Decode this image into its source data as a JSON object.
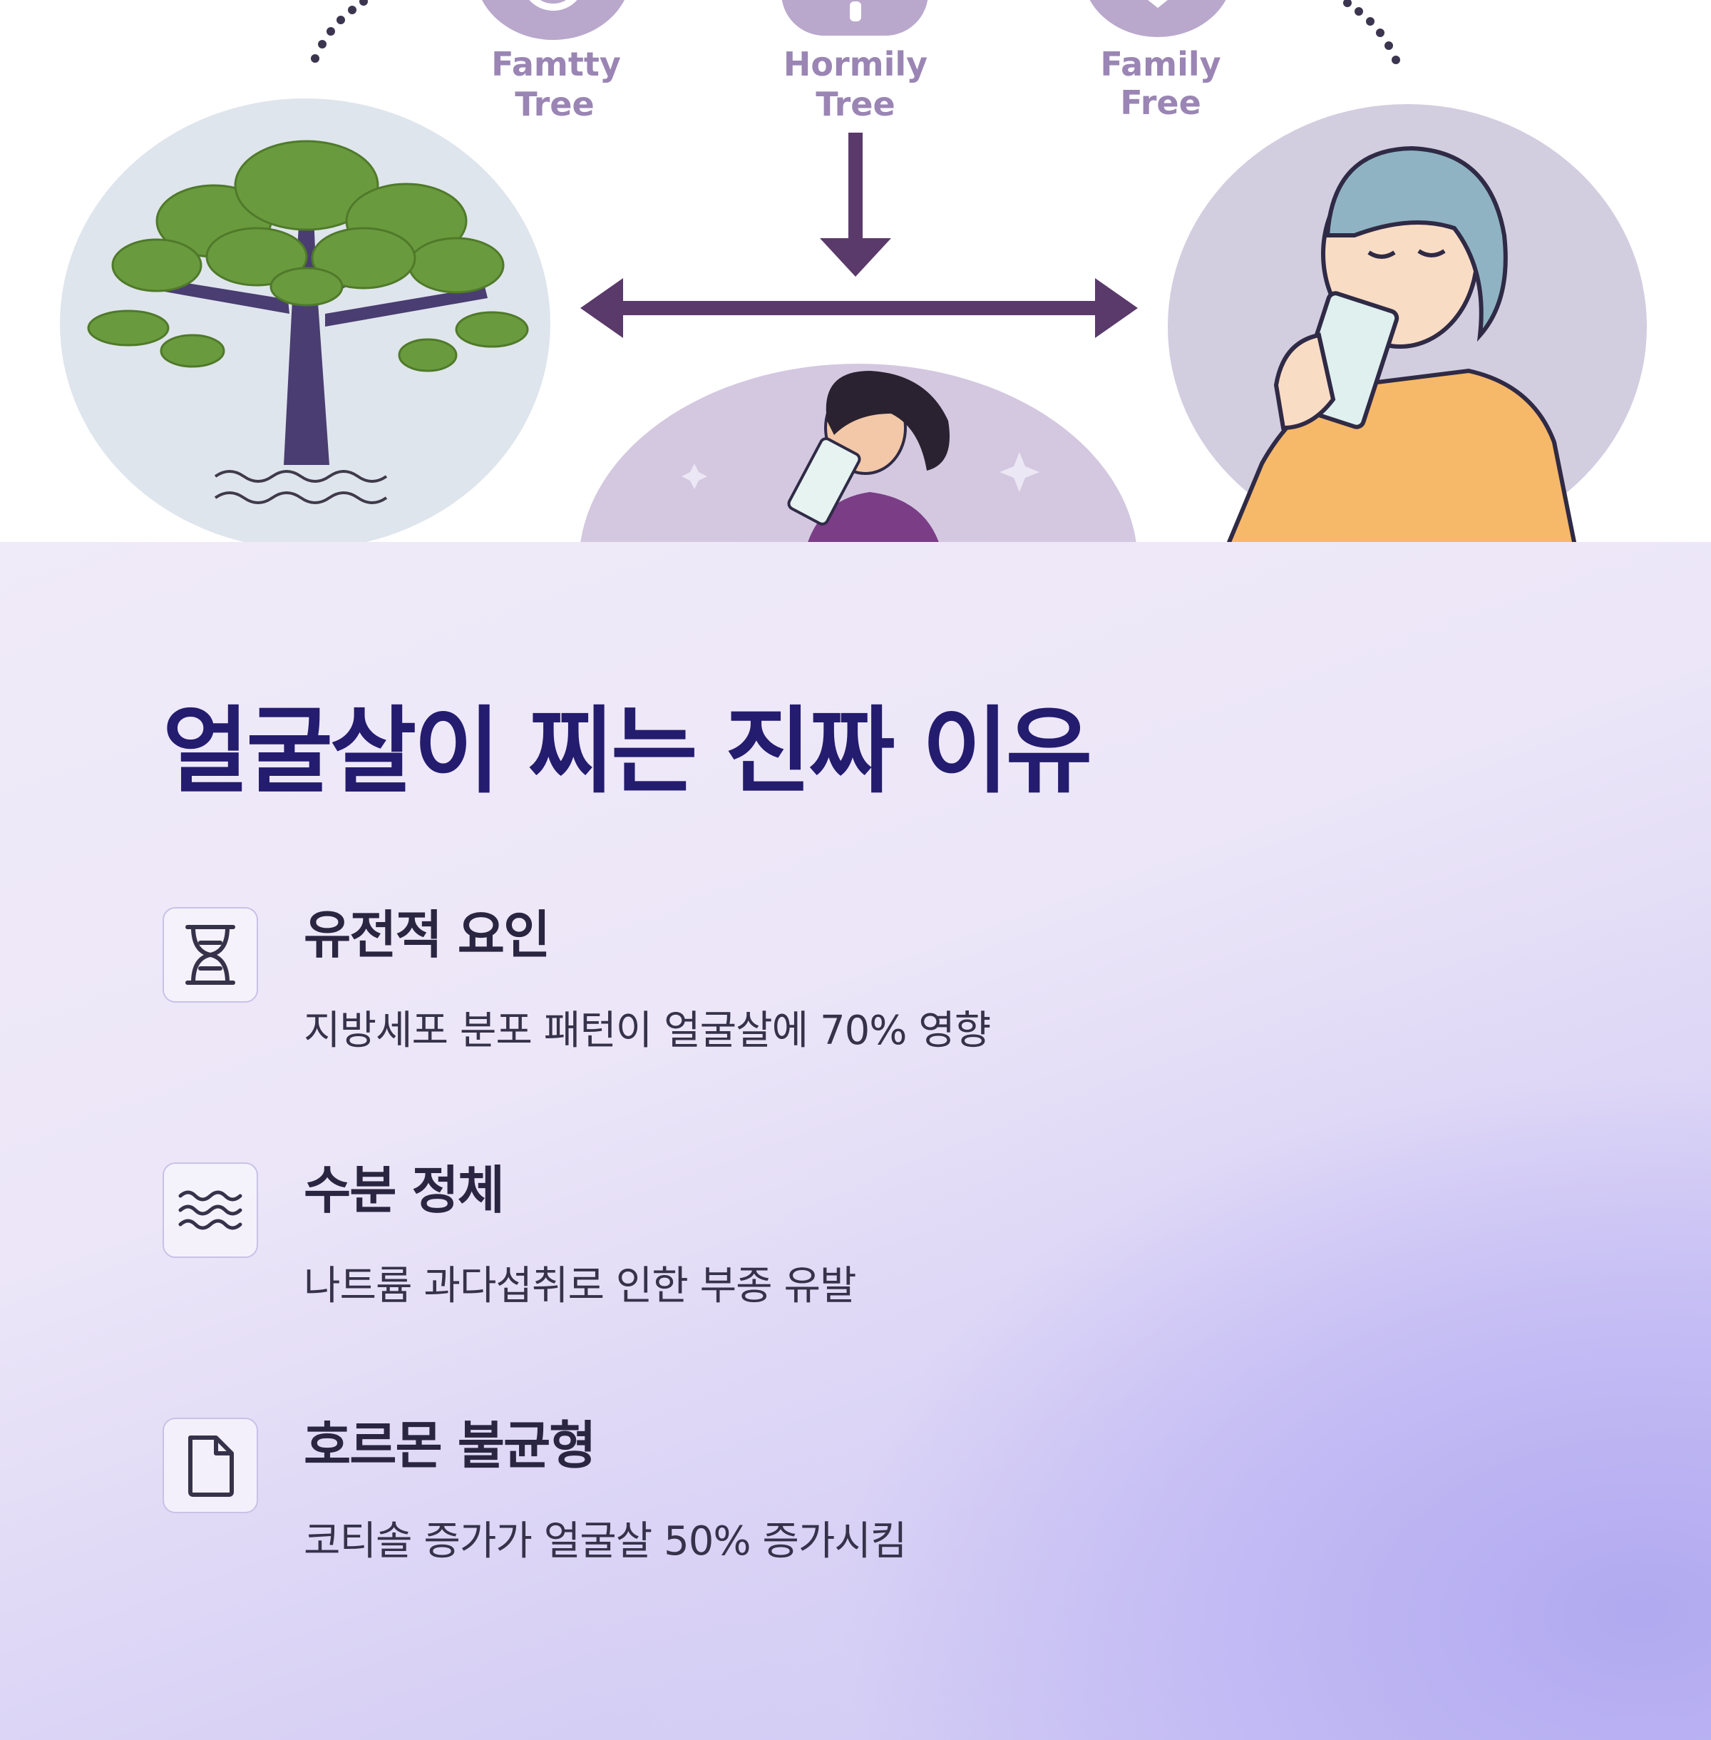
{
  "illustration": {
    "labels": [
      {
        "line1": "Famtty",
        "line2": "Tree"
      },
      {
        "line1": "Hormily",
        "line2": "Tree"
      },
      {
        "line1": "Family",
        "line2": "Free"
      }
    ],
    "colors": {
      "circle_tree": "#dfe5ec",
      "circle_right": "#d3cde0",
      "circle_middle": "#d3c8e0",
      "arrow": "#5a3a6a",
      "leaf": "#6a9a3e",
      "trunk": "#4a3d72",
      "shirt_orange": "#f6b869",
      "shirt_purple": "#7a3d86"
    }
  },
  "content": {
    "headline": "얼굴살이 찌는 진짜 이유",
    "reasons": [
      {
        "icon": "dna-icon",
        "title": "유전적 요인",
        "desc": "지방세포 분포 패턴이 얼굴살에 70% 영향"
      },
      {
        "icon": "water-waves-icon",
        "title": "수분 정체",
        "desc": "나트륨 과다섭취로 인한 부종 유발"
      },
      {
        "icon": "document-icon",
        "title": "호르몬 불균형",
        "desc": "코티솔 증가가 얼굴살 50% 증가시킴"
      }
    ],
    "colors": {
      "headline": "#241c6e",
      "title": "#2a2540",
      "desc": "#36324a",
      "icon_border": "#c9c1e6"
    }
  }
}
